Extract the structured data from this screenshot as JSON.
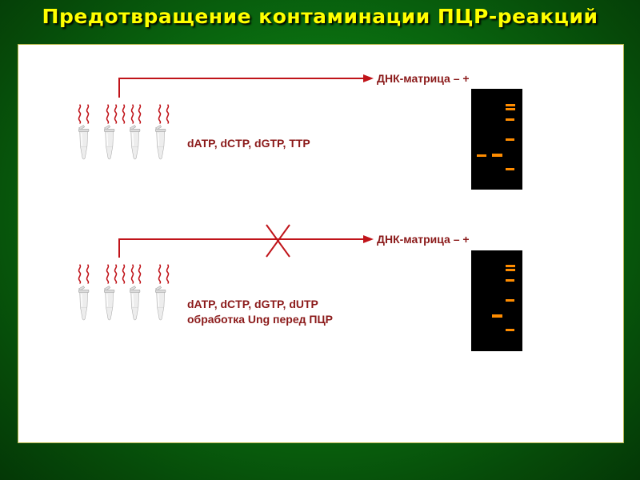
{
  "title": "Предотвращение контаминации ПЦР-реакций",
  "colors": {
    "title": "#ffff00",
    "arrow": "#c0141a",
    "label_text": "#8b1a1a",
    "band": "#ff8c00",
    "gel": "#000000"
  },
  "experiments": [
    {
      "template_label": "ДНК-матрица  –  +",
      "reagents_lines": [
        "dATP, dCTP, dGTP, TTP"
      ],
      "blocked": false,
      "gel_bands": "contamination band present in the “–” lane and product in the “+” lane"
    },
    {
      "template_label": "ДНК-матрица  –  +",
      "reagents_lines": [
        "dATP, dCTP, dGTP, dUTP",
        "обработка Ung перед ПЦР"
      ],
      "blocked": true,
      "gel_bands": "no band in the “–” lane, product only in the “+” lane"
    }
  ],
  "icons": [
    "pcr-tube-icon",
    "dna-strand-icon",
    "arrow-right-icon",
    "x-cross-icon"
  ]
}
